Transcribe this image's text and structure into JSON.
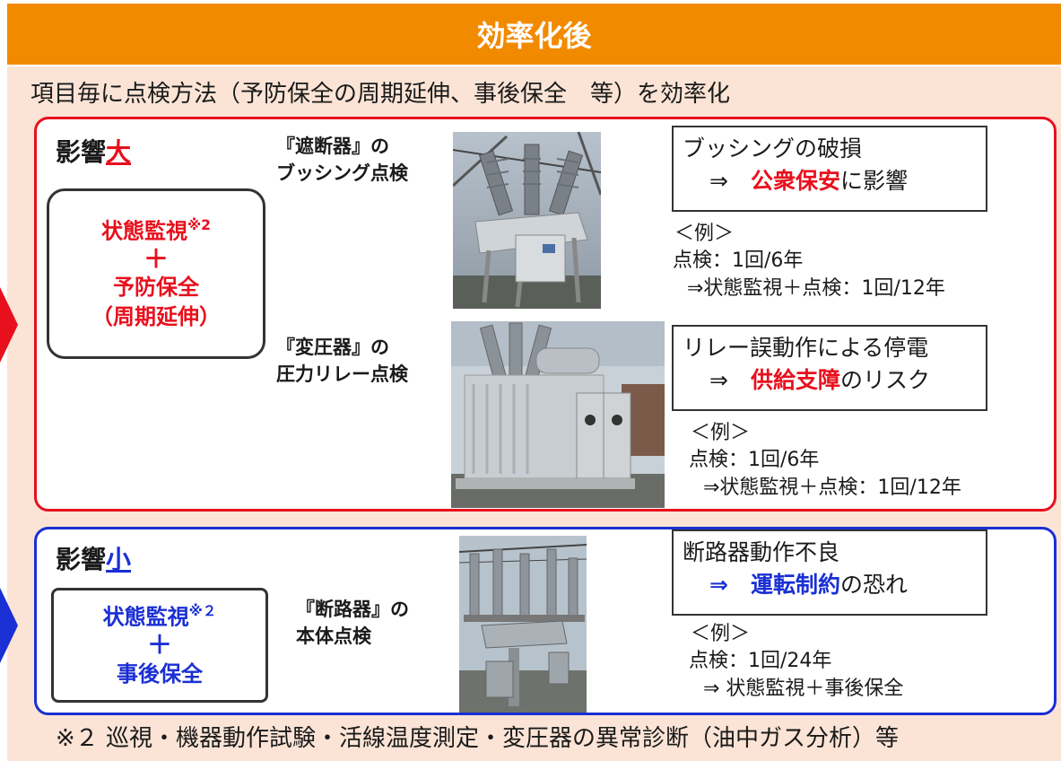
{
  "header": {
    "title": "効率化後"
  },
  "subtitle": "項目毎に点検方法（予防保全の周期延伸、事後保全　等）を効率化",
  "high": {
    "impact_prefix": "影響",
    "impact_level": "大",
    "strategy": {
      "line1": "状態監視",
      "note_mark": "※2",
      "plus": "＋",
      "line3": "予防保全",
      "line4": "（周期延伸）"
    },
    "items": [
      {
        "label_line1": "『遮断器』の",
        "label_line2": "ブッシング点検",
        "photo_icon": "circuit-breaker-photo",
        "effect_line1": "ブッシングの破損",
        "effect_arrow": "⇒",
        "effect_highlight": "公衆保安",
        "effect_suffix": "に影響",
        "example_title": "＜例＞",
        "example_line1": "点検：1回/6年",
        "example_line2": "⇒状態監視＋点検：1回/12年"
      },
      {
        "label_line1": "『変圧器』の",
        "label_line2": "圧力リレー点検",
        "photo_icon": "transformer-photo",
        "effect_line1": "リレー誤動作による停電",
        "effect_arrow": "⇒",
        "effect_highlight": "供給支障",
        "effect_suffix": "のリスク",
        "example_title": "＜例＞",
        "example_line1": "点検：1回/6年",
        "example_line2": "⇒状態監視＋点検：1回/12年"
      }
    ]
  },
  "low": {
    "impact_prefix": "影響",
    "impact_level": "小",
    "strategy": {
      "line1": "状態監視",
      "note_mark": "※２",
      "plus": "＋",
      "line3": "事後保全"
    },
    "item": {
      "label_line1": "『断路器』の",
      "label_line2": "本体点検",
      "photo_icon": "disconnector-photo",
      "effect_line1": "断路器動作不良",
      "effect_arrow": "⇒",
      "effect_highlight": "運転制約",
      "effect_suffix": "の恐れ",
      "example_title": "＜例＞",
      "example_line1": "点検：1回/24年",
      "example_line2": "⇒ 状態監視＋事後保全"
    }
  },
  "footnote": "※２ 巡視・機器動作試験・活線温度測定・変圧器の異常診断（油中ガス分析）等",
  "colors": {
    "header": "#f28a00",
    "panel": "#fbe4d6",
    "high": "#e8101d",
    "low": "#1a2fd4"
  }
}
